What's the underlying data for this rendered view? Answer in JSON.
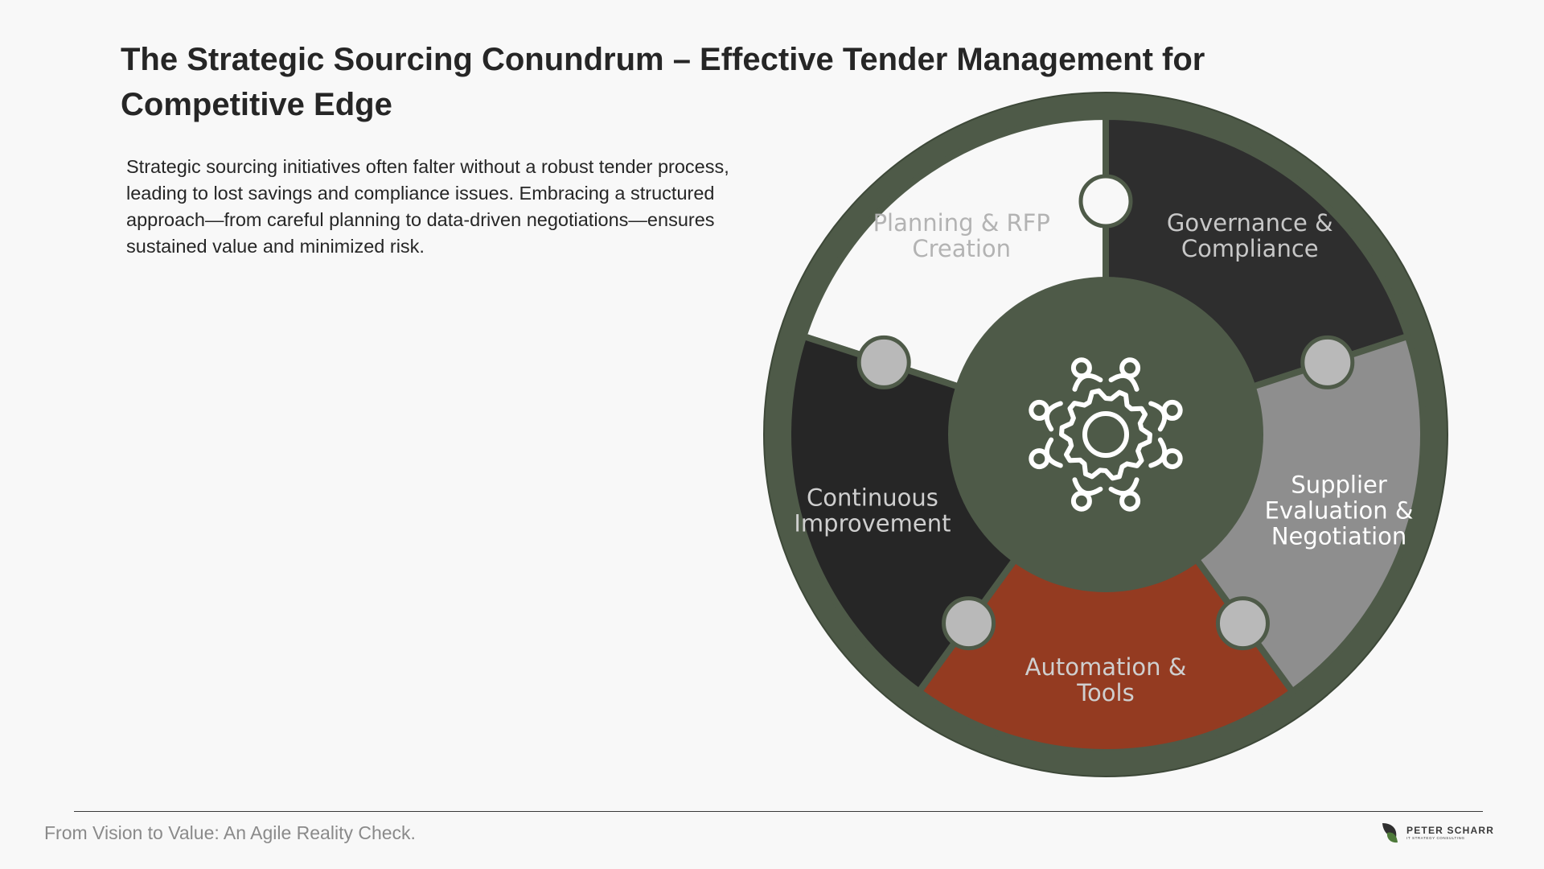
{
  "slide": {
    "title": "The Strategic Sourcing Conundrum – Effective Tender Management for Competitive Edge",
    "body": "Strategic sourcing initiatives often falter without a robust tender process, leading to lost savings and compliance issues. Embracing a structured approach—from careful planning to data-driven negotiations—ensures sustained value and minimized risk."
  },
  "diagram": {
    "center_icon": "gear-people-icon",
    "segments": [
      {
        "lines": [
          "Planning & RFP",
          "Creation"
        ],
        "fill": "#f8f8f8",
        "text_color": "#b3b3b3"
      },
      {
        "lines": [
          "Governance &",
          "Compliance"
        ],
        "fill": "#2e2e2e",
        "text_color": "#c8c8c8"
      },
      {
        "lines": [
          "Supplier",
          "Evaluation &",
          "Negotiation"
        ],
        "fill": "#8e8e8e",
        "text_color": "#ffffff"
      },
      {
        "lines": [
          "Automation &",
          "Tools"
        ],
        "fill": "#943b21",
        "text_color": "#cfcfcf"
      },
      {
        "lines": [
          "Continuous",
          "Improvement"
        ],
        "fill": "#262626",
        "text_color": "#cfcfcf"
      }
    ],
    "colors": {
      "ring": "#4e5a48",
      "hub": "#4e5a48",
      "connector": "#b9b9b9"
    }
  },
  "footer": {
    "tagline": "From Vision to Value: An Agile Reality Check.",
    "logo_name": "PETER SCHARR",
    "logo_sub": "IT STRATEGY CONSULTING"
  }
}
